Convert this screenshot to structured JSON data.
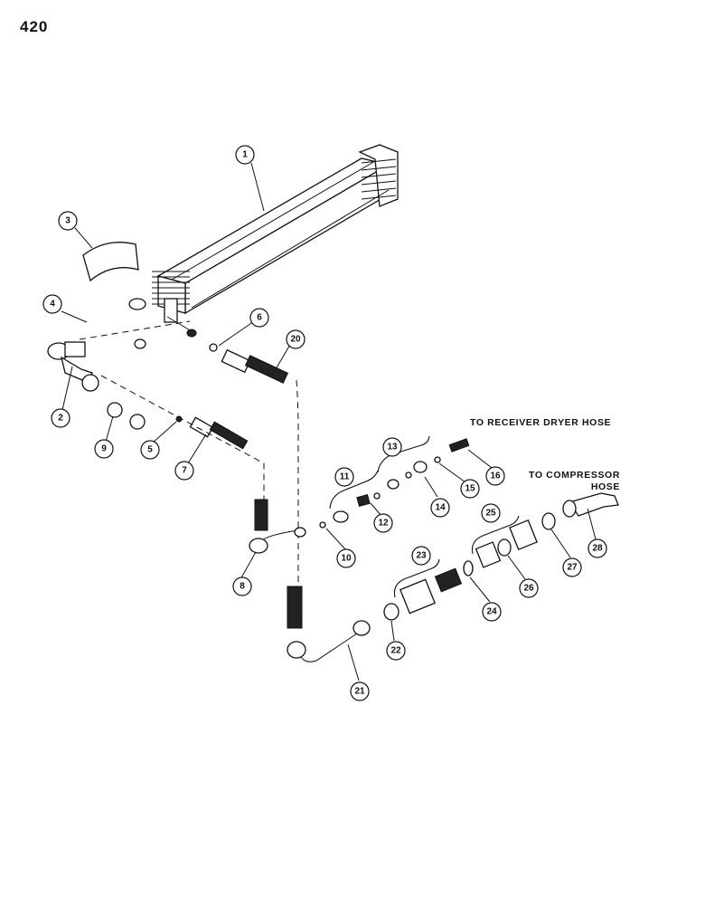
{
  "page_number": "420",
  "notes": {
    "receiver": "TO RECEIVER DRYER HOSE",
    "compressor_line1": "TO COMPRESSOR",
    "compressor_line2": "HOSE"
  },
  "callouts": {
    "c1": "1",
    "c2": "2",
    "c3": "3",
    "c4": "4",
    "c5": "5",
    "c6": "6",
    "c7": "7",
    "c8": "8",
    "c9": "9",
    "c10": "10",
    "c11": "11",
    "c12": "12",
    "c13": "13",
    "c14": "14",
    "c15": "15",
    "c16": "16",
    "c20": "20",
    "c21": "21",
    "c22": "22",
    "c23": "23",
    "c24": "24",
    "c25": "25",
    "c26": "26",
    "c27": "27",
    "c28": "28"
  }
}
